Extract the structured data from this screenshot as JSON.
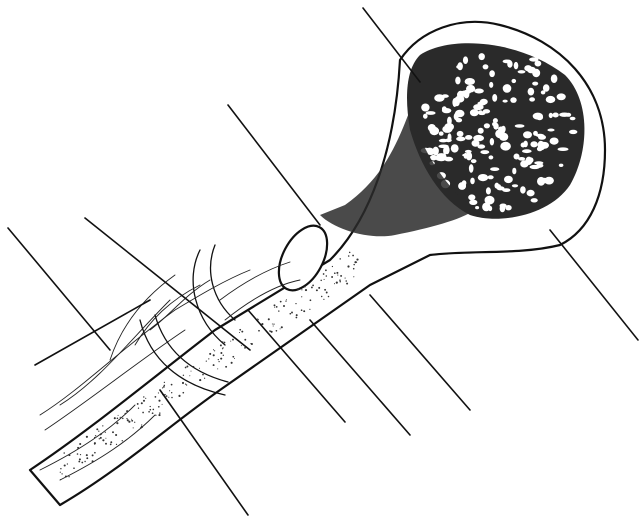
{
  "figure": {
    "kind": "unlabeled anatomical diagram",
    "leader_lines": [
      {
        "id": "line-a"
      },
      {
        "id": "line-b"
      },
      {
        "id": "line-c"
      },
      {
        "id": "line-d"
      },
      {
        "id": "line-e"
      },
      {
        "id": "line-f"
      },
      {
        "id": "line-g"
      },
      {
        "id": "line-h"
      },
      {
        "id": "line-i"
      }
    ]
  }
}
